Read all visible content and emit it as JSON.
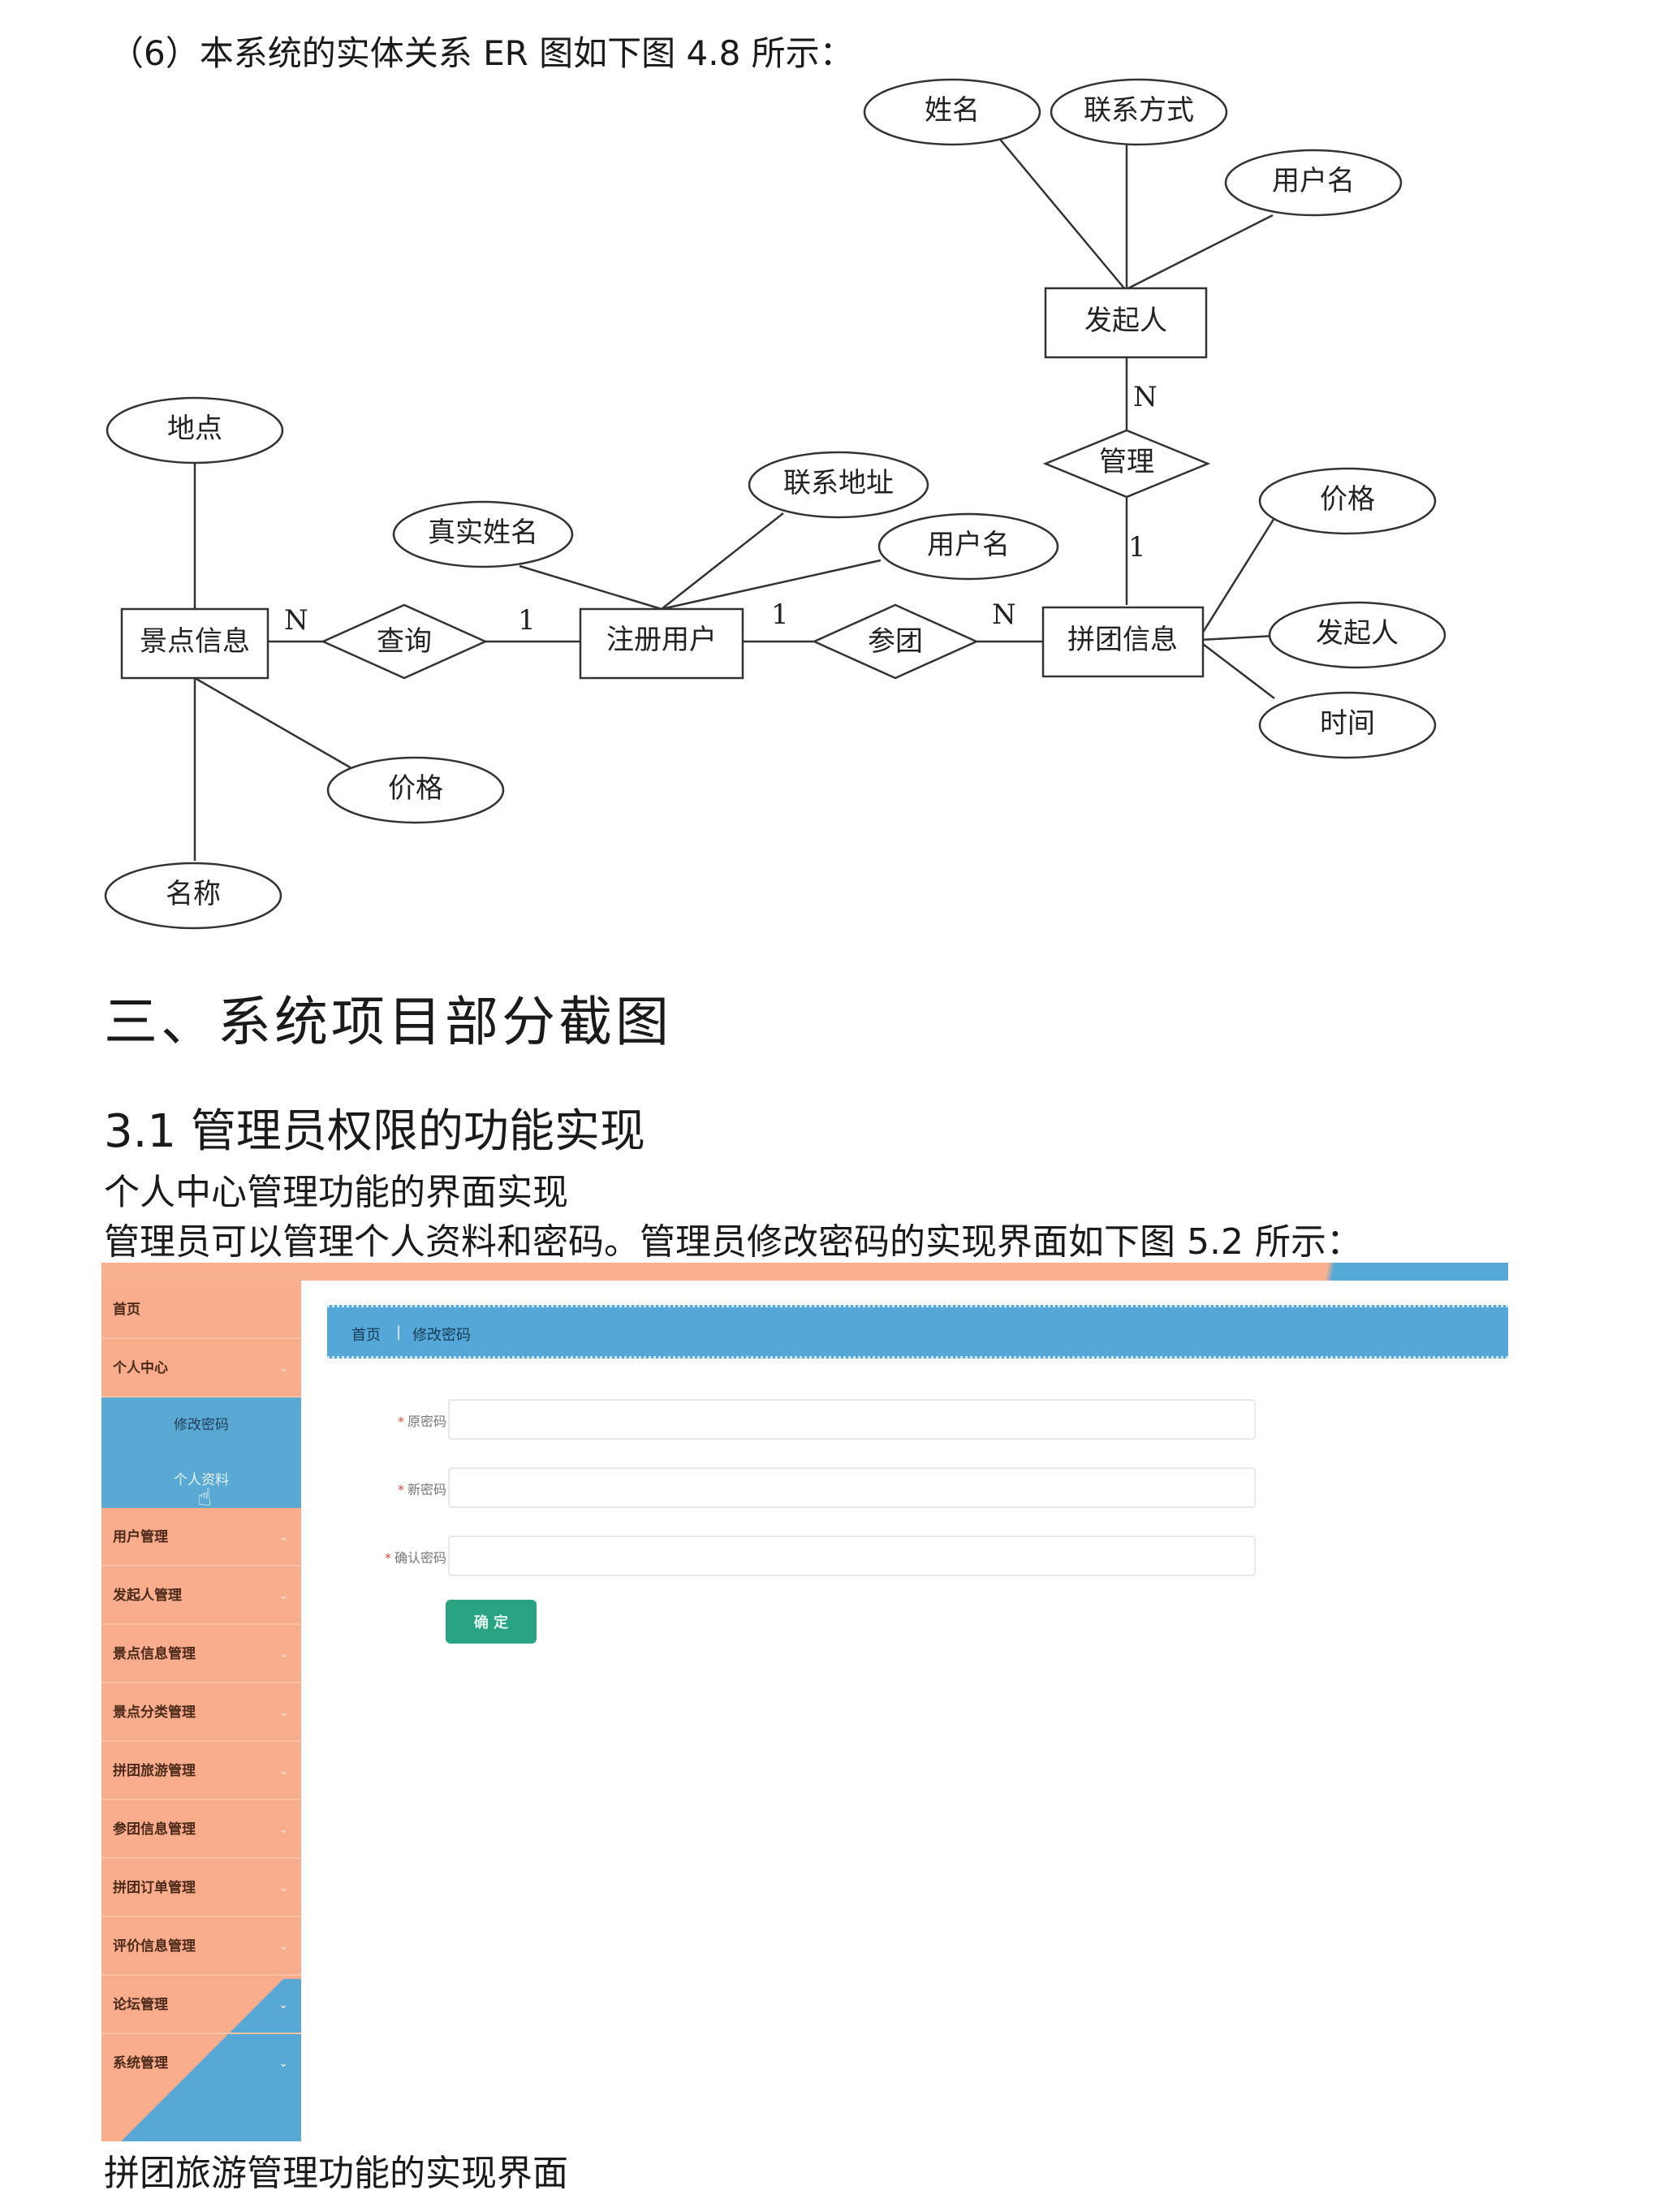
{
  "intro": "（6）本系统的实体关系 ER 图如下图 4.8 所示：",
  "er": {
    "entities": {
      "faqiren": "发起人",
      "jingdian": "景点信息",
      "zhuce": "注册用户",
      "pintuan": "拼团信息"
    },
    "relations": {
      "guanli": "管理",
      "chaxun": "查询",
      "cantuan": "参团"
    },
    "attrs": {
      "xingming": "姓名",
      "lianxifangshi": "联系方式",
      "yonghuming_top": "用户名",
      "didian": "地点",
      "zhenshixingming": "真实姓名",
      "lianxidizhi": "联系地址",
      "yonghuming_mid": "用户名",
      "jiage_right": "价格",
      "faqiren_attr": "发起人",
      "shijian": "时间",
      "jiage_left": "价格",
      "mingcheng": "名称"
    },
    "cardinalities": {
      "guanli_top": "N",
      "guanli_bottom": "1",
      "chaxun_left": "N",
      "chaxun_right": "1",
      "cantuan_left": "1",
      "cantuan_right": "N"
    }
  },
  "heading1": "三、系统项目部分截图",
  "heading2": "3.1 管理员权限的功能实现",
  "para1": "个人中心管理功能的界面实现",
  "para2": "管理员可以管理个人资料和密码。管理员修改密码的实现界面如下图 5.2 所示：",
  "screenshot": {
    "nav": [
      {
        "label": "首页"
      },
      {
        "label": "个人中心"
      },
      {
        "label": "修改密码"
      },
      {
        "label": "个人资料"
      },
      {
        "label": "用户管理"
      },
      {
        "label": "发起人管理"
      },
      {
        "label": "景点信息管理"
      },
      {
        "label": "景点分类管理"
      },
      {
        "label": "拼团旅游管理"
      },
      {
        "label": "参团信息管理"
      },
      {
        "label": "拼团订单管理"
      },
      {
        "label": "评价信息管理"
      },
      {
        "label": "论坛管理"
      },
      {
        "label": "系统管理"
      }
    ],
    "breadcrumb": {
      "home": "首页",
      "sep": "|",
      "current": "修改密码"
    },
    "form": {
      "required": "*",
      "old_label": "原密码",
      "new_label": "新密码",
      "confirm_label": "确认密码",
      "submit": "确 定"
    },
    "colors": {
      "sidebar": "#f9ad8c",
      "accent": "#54a7d6",
      "button": "#29a382"
    }
  },
  "para3": "拼团旅游管理功能的实现界面"
}
